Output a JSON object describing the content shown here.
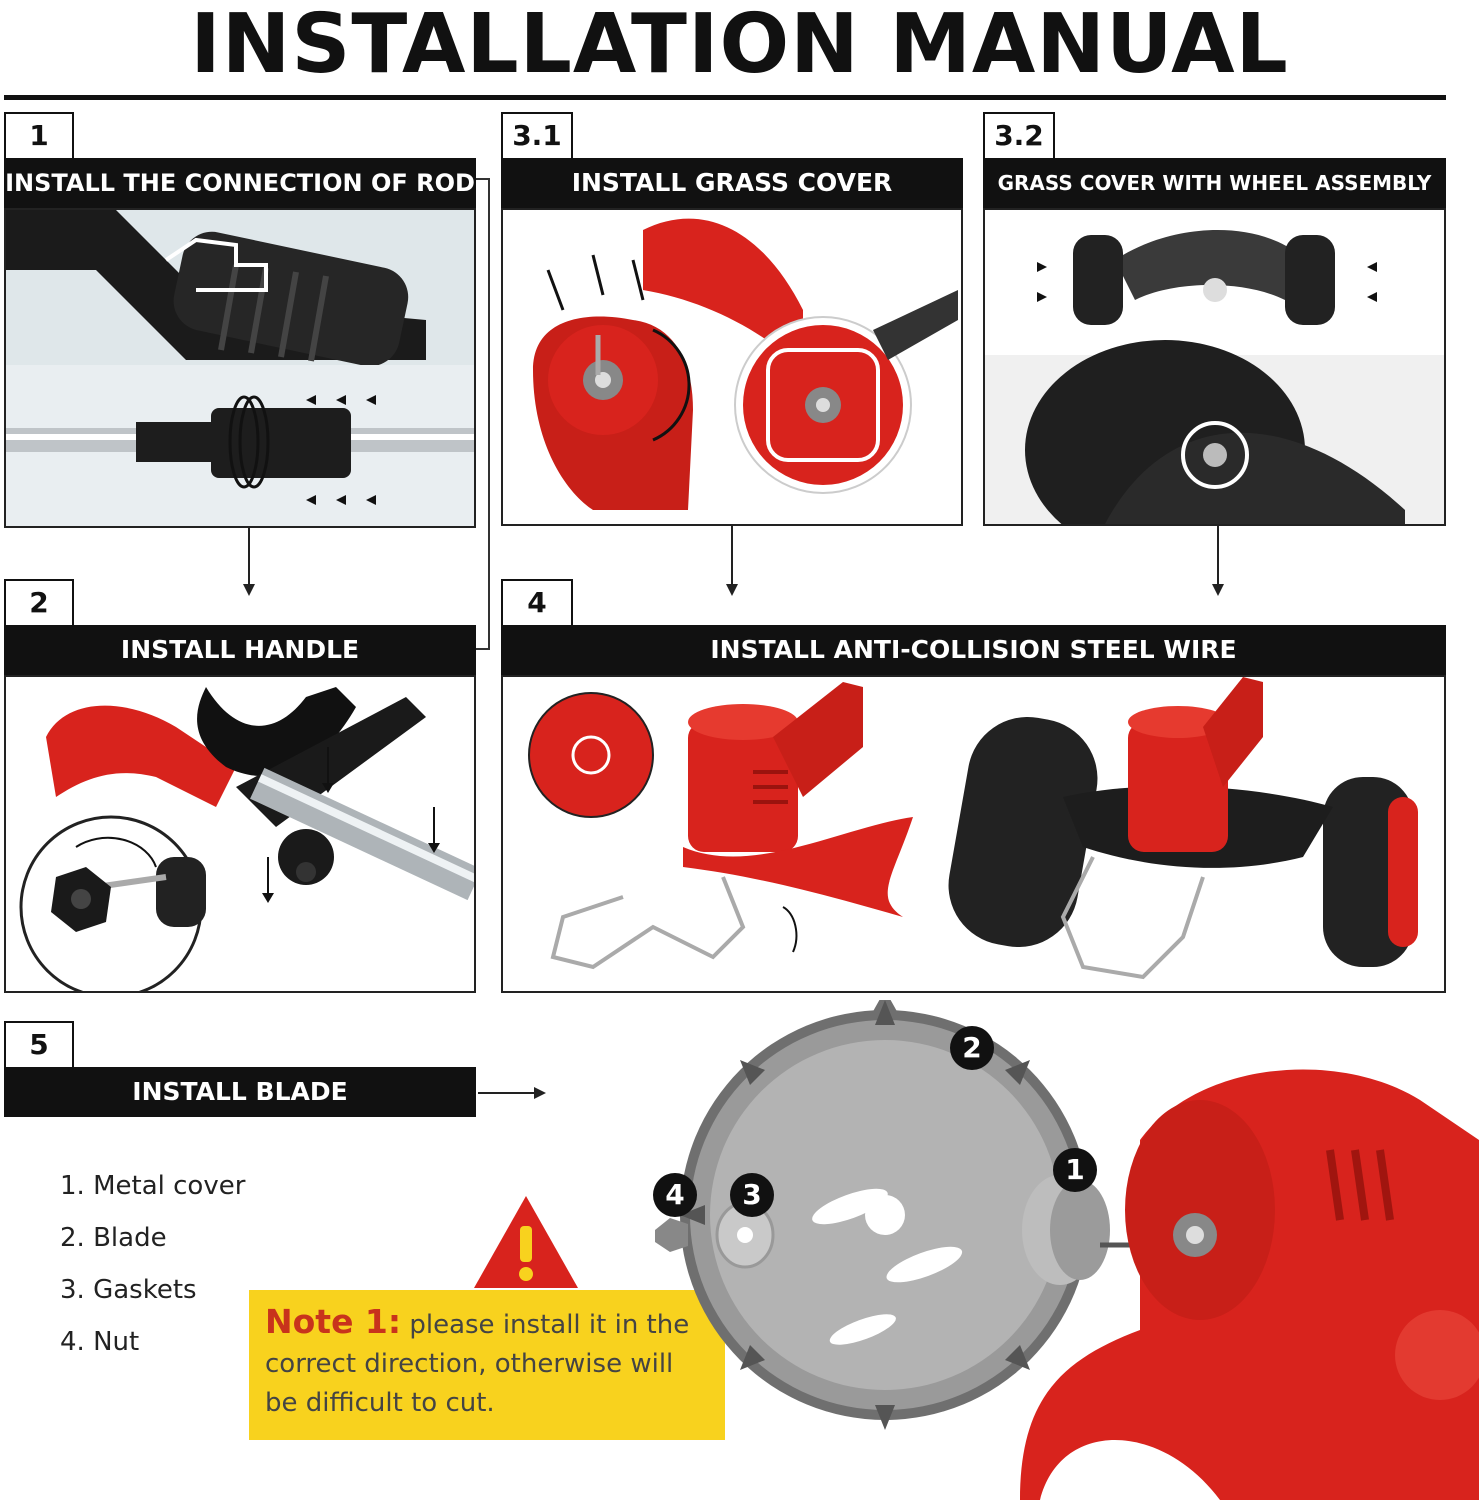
{
  "title": "INSTALLATION MANUAL",
  "steps": [
    {
      "number": "1",
      "heading": "INSTALL THE CONNECTION OF ROD"
    },
    {
      "number": "3.1",
      "heading": "INSTALL GRASS COVER"
    },
    {
      "number": "3.2",
      "heading": "GRASS COVER WITH WHEEL ASSEMBLY"
    },
    {
      "number": "2",
      "heading": "INSTALL HANDLE"
    },
    {
      "number": "4",
      "heading": "INSTALL ANTI-COLLISION STEEL WIRE"
    },
    {
      "number": "5",
      "heading": "INSTALL BLADE"
    }
  ],
  "parts": [
    "1. Metal cover",
    "2. Blade",
    "3. Gaskets",
    "4. Nut"
  ],
  "note": {
    "title": "Note 1:",
    "text": " please install it in the correct direction, otherwise will be difficult to cut."
  },
  "badges": [
    "1",
    "2",
    "3",
    "4"
  ],
  "colors": {
    "accent_red": "#d8231d",
    "note_yellow": "#f8d21e",
    "note_title_red": "#c8331c",
    "bar_black": "#111111"
  }
}
